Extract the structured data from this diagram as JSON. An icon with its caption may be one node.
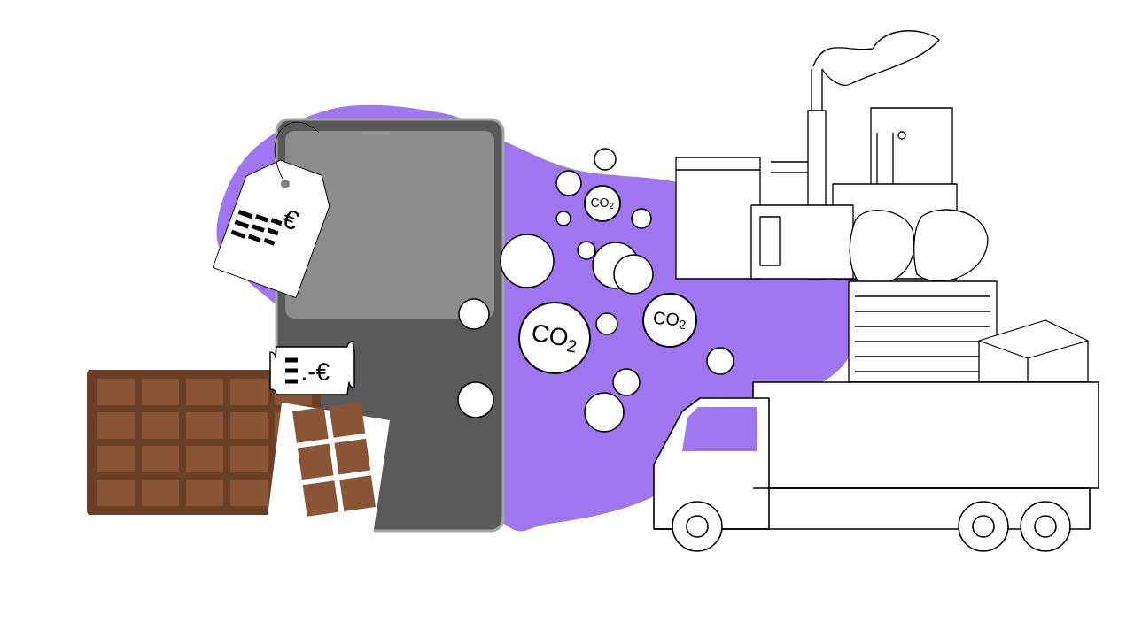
{
  "diagram": {
    "labels": [
      "€",
      ".-€",
      "CO$_{2}$",
      "CO$_{2}$",
      "CO$_{2}$"
    ]
  }
}
